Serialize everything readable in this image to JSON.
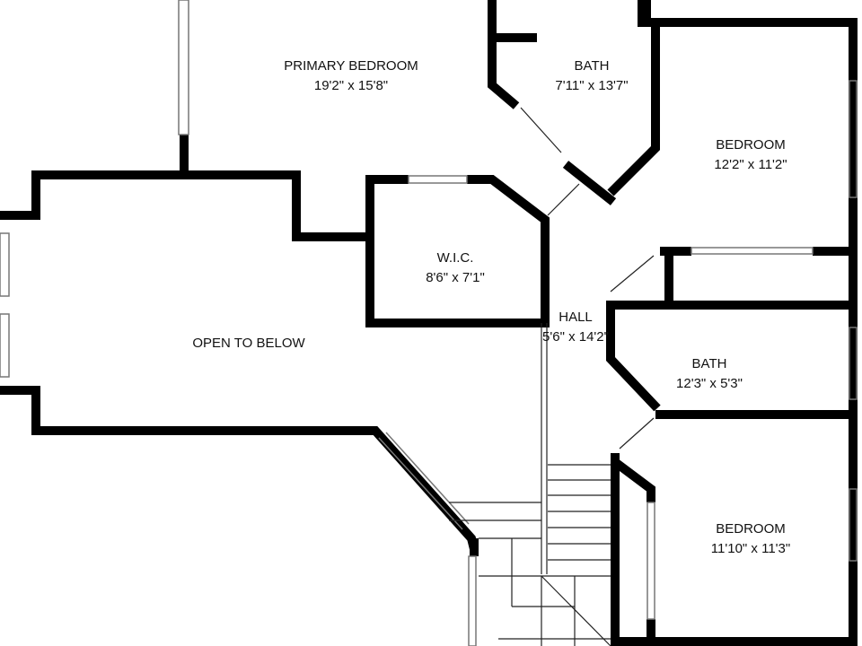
{
  "rooms": [
    {
      "name": "PRIMARY BEDROOM",
      "size": "19'2\" x 15'8\""
    },
    {
      "name": "BATH",
      "size": "7'11\" x 13'7\""
    },
    {
      "name": "BEDROOM",
      "size": "12'2\" x 11'2\""
    },
    {
      "name": "W.I.C.",
      "size": "8'6\" x 7'1\""
    },
    {
      "name": "HALL",
      "size": "5'6\" x 14'2\""
    },
    {
      "name": "OPEN TO BELOW",
      "size": ""
    },
    {
      "name": "BATH",
      "size": "12'3\" x 5'3\""
    },
    {
      "name": "BEDROOM",
      "size": "11'10\" x 11'3\""
    }
  ],
  "colors": {
    "wall": "#000000",
    "window": "#999999"
  }
}
